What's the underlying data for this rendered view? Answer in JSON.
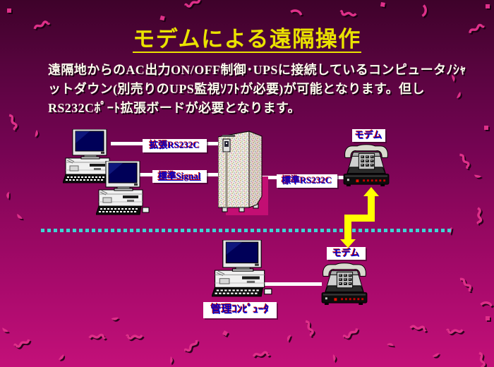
{
  "title": "モデムによる遠隔操作",
  "paragraph": {
    "lines": [
      "遠隔地からのAC出力ON/OFF制御･UPSに接続しているコンピュータﾉｼｬ",
      "ットダウン(別売りのUPS監視ｿﾌﾄが必要)が可能となります。但し",
      "RS232Cﾎﾟｰﾄ拡張ボードが必要となります。"
    ]
  },
  "labels": {
    "ext_rs232c": "拡張RS232C",
    "std_signal": "標準Signal",
    "std_rs232c": "標準RS232C",
    "modem_top": "モデム",
    "modem_bottom": "モデム",
    "mgmt_computer": "管理ｺﾝﾋﾟｭｰﾀ"
  },
  "icons": {
    "computer": "desktop-computer-icon",
    "ups": "ups-tower-icon",
    "modem": "telephone-modem-icon"
  },
  "colors": {
    "title": "#eae200",
    "label_text": "#0000cc",
    "label_shadow": "#cc0000",
    "arrow": "#ffff00",
    "dotted_line": "#3fd4d4",
    "background_top": "#3e022a",
    "background_bottom": "#c31079"
  }
}
